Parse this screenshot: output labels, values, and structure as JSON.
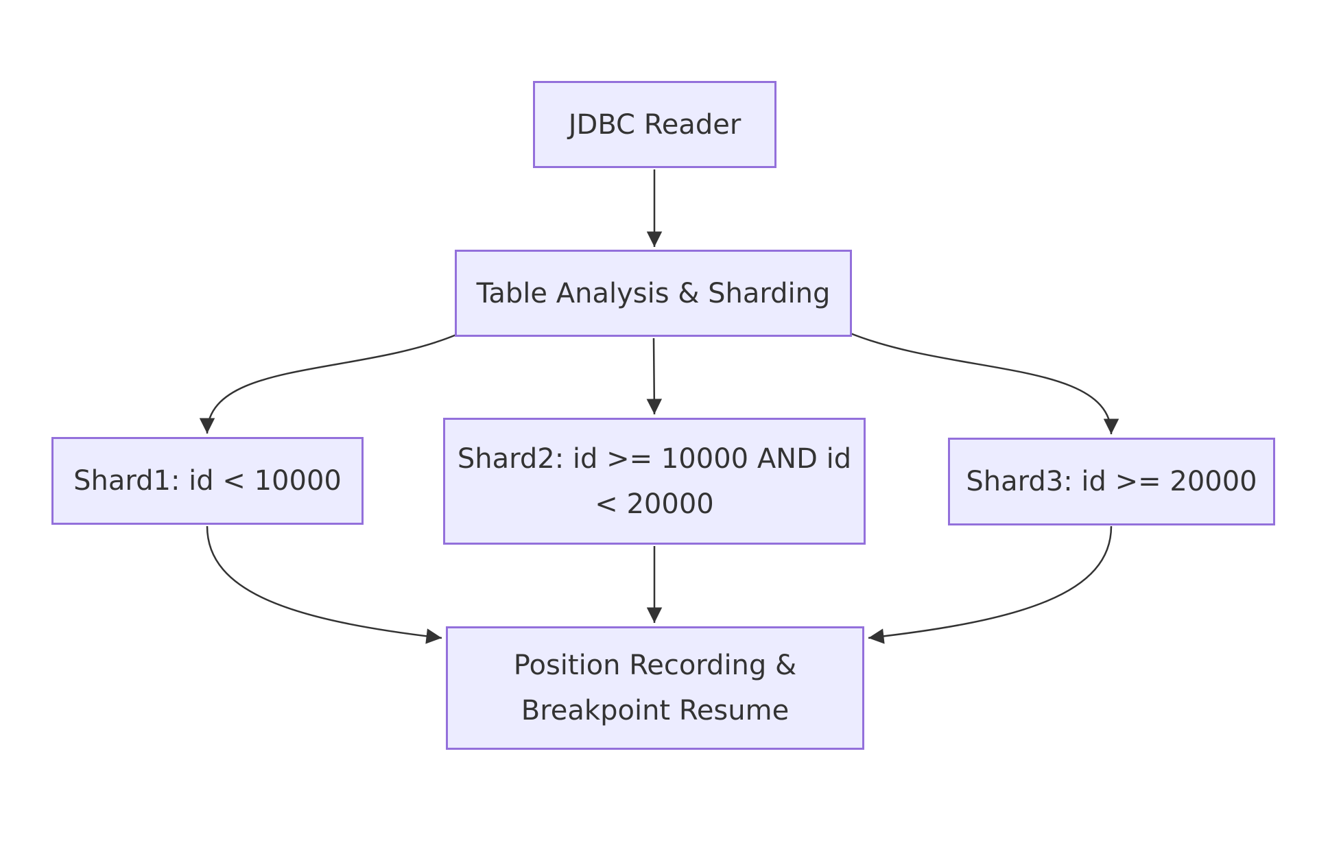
{
  "diagram": {
    "type": "flowchart",
    "direction": "top-down",
    "colors": {
      "canvas_bg": "#ffffff",
      "node_fill": "#ECECFF",
      "node_border": "#9370DB",
      "edge_color": "#333333",
      "text_color": "#333333"
    },
    "nodes": {
      "jdbc": {
        "label": "JDBC Reader"
      },
      "table": {
        "label": "Table Analysis & Sharding"
      },
      "shard1": {
        "label": "Shard1: id < 10000"
      },
      "shard2": {
        "line1": "Shard2: id >= 10000 AND id",
        "line2": "< 20000"
      },
      "shard3": {
        "label": "Shard3: id >= 20000"
      },
      "position": {
        "line1": "Position Recording &",
        "line2": "Breakpoint Resume"
      }
    },
    "edges": [
      {
        "from": "JDBC Reader",
        "to": "Table Analysis & Sharding"
      },
      {
        "from": "Table Analysis & Sharding",
        "to": "Shard1: id < 10000"
      },
      {
        "from": "Table Analysis & Sharding",
        "to": "Shard2: id >= 10000 AND id < 20000"
      },
      {
        "from": "Table Analysis & Sharding",
        "to": "Shard3: id >= 20000"
      },
      {
        "from": "Shard1: id < 10000",
        "to": "Position Recording & Breakpoint Resume"
      },
      {
        "from": "Shard2: id >= 10000 AND id < 20000",
        "to": "Position Recording & Breakpoint Resume"
      },
      {
        "from": "Shard3: id >= 20000",
        "to": "Position Recording & Breakpoint Resume"
      }
    ]
  }
}
